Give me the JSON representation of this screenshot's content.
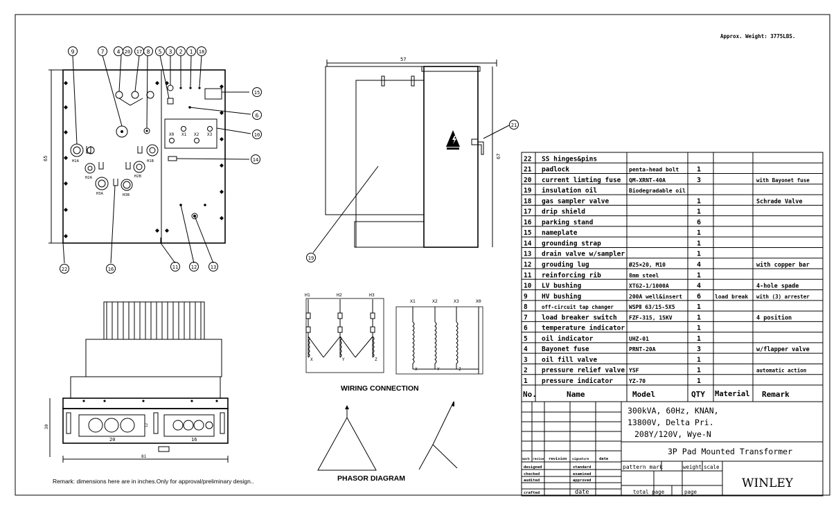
{
  "weight_note": "Approx. Weight: 3775LBS.",
  "remark_note": "Remark: dimensions here are in inches.Only for approval/preliminary design..",
  "front_view": {
    "callouts": [
      "9",
      "7",
      "4",
      "20",
      "17",
      "8",
      "5",
      "3",
      "2",
      "1",
      "18",
      "15",
      "6",
      "10",
      "14",
      "22",
      "16",
      "11",
      "12",
      "13"
    ],
    "bushing_labels": {
      "h1a": "H1A",
      "h1b": "H1B",
      "h2a": "H2A",
      "h2b": "H2B",
      "h3a": "H3A",
      "h3b": "H3B",
      "x0": "X0",
      "x1": "X1",
      "x2": "X2",
      "x3": "X3"
    },
    "dim_height": "65"
  },
  "side_view": {
    "dim_width": "57",
    "dim_height": "67",
    "callouts": [
      "21",
      "19"
    ]
  },
  "plan_view": {
    "dim_left": "20",
    "dim_right": "16",
    "dim_total": "81",
    "dim_side": "30",
    "dim_small": "12"
  },
  "wiring": {
    "title": "WIRING CONNECTION",
    "hv_terminals": [
      "H1",
      "H2",
      "H3"
    ],
    "lv_terminals": [
      "X1",
      "X2",
      "X3",
      "X0"
    ],
    "hv_coils": [
      "X",
      "Y",
      "Z"
    ],
    "lv_coils": [
      "X",
      "Y",
      "Z"
    ]
  },
  "phasor": {
    "title": "PHASOR DIAGRAM"
  },
  "parts_table": {
    "header": {
      "no": "No.",
      "name": "Name",
      "model": "Model",
      "qty": "QTY",
      "material": "Material",
      "remark": "Remark"
    },
    "rows": [
      {
        "no": "22",
        "name": "SS hinges&pins",
        "model": "",
        "qty": "",
        "material": "",
        "remark": ""
      },
      {
        "no": "21",
        "name": "padlock",
        "model": "penta-head bolt",
        "qty": "1",
        "material": "",
        "remark": ""
      },
      {
        "no": "20",
        "name": "current limting fuse",
        "model": "QM-XRNT-40A",
        "qty": "3",
        "material": "",
        "remark": "with Bayonet fuse"
      },
      {
        "no": "19",
        "name": "insulation oil",
        "model": "Biodegradable oil",
        "qty": "",
        "material": "",
        "remark": ""
      },
      {
        "no": "18",
        "name": "gas sampler valve",
        "model": "",
        "qty": "1",
        "material": "",
        "remark": "Schrade Valve"
      },
      {
        "no": "17",
        "name": "drip shield",
        "model": "",
        "qty": "1",
        "material": "",
        "remark": ""
      },
      {
        "no": "16",
        "name": "parking stand",
        "model": "",
        "qty": "6",
        "material": "",
        "remark": ""
      },
      {
        "no": "15",
        "name": "nameplate",
        "model": "",
        "qty": "1",
        "material": "",
        "remark": ""
      },
      {
        "no": "14",
        "name": "grounding strap",
        "model": "",
        "qty": "1",
        "material": "",
        "remark": ""
      },
      {
        "no": "13",
        "name": "drain valve w/sampler",
        "model": "",
        "qty": "1",
        "material": "",
        "remark": ""
      },
      {
        "no": "12",
        "name": "grouding lug",
        "model": "Ø25×20, M10",
        "qty": "4",
        "material": "",
        "remark": "with copper bar"
      },
      {
        "no": "11",
        "name": "reinforcing rib",
        "model": "8mm steel",
        "qty": "1",
        "material": "",
        "remark": ""
      },
      {
        "no": "10",
        "name": "LV bushing",
        "model": "XTG2-1/1000A",
        "qty": "4",
        "material": "",
        "remark": "4-hole spade"
      },
      {
        "no": "9",
        "name": "HV bushing",
        "model": "200A well&insert",
        "qty": "6",
        "material": "load break",
        "remark": "with (3) arrester"
      },
      {
        "no": "8",
        "name": "off-circuit tap changer",
        "model": "WSPⅡ 63/15-5X5",
        "qty": "1",
        "material": "",
        "remark": ""
      },
      {
        "no": "7",
        "name": "load breaker switch",
        "model": "FZF-315, 15KV",
        "qty": "1",
        "material": "",
        "remark": "4 position"
      },
      {
        "no": "6",
        "name": "temperature indicator",
        "model": "",
        "qty": "1",
        "material": "",
        "remark": ""
      },
      {
        "no": "5",
        "name": "oil indicator",
        "model": "UHZ-01",
        "qty": "1",
        "material": "",
        "remark": ""
      },
      {
        "no": "4",
        "name": "Bayonet fuse",
        "model": "PRNT-20A",
        "qty": "3",
        "material": "",
        "remark": "w/flapper valve"
      },
      {
        "no": "3",
        "name": "oil fill valve",
        "model": "",
        "qty": "1",
        "material": "",
        "remark": ""
      },
      {
        "no": "2",
        "name": "pressure relief valve",
        "model": "YSF",
        "qty": "1",
        "material": "",
        "remark": "automatic action"
      },
      {
        "no": "1",
        "name": "pressure indicator",
        "model": "YZ-70",
        "qty": "1",
        "material": "",
        "remark": ""
      }
    ]
  },
  "title_block": {
    "spec_lines": [
      "300kVA, 60Hz, KNAN,",
      "13800V, Delta Pri.",
      "208Y/120V, Wye-N"
    ],
    "product": "3P Pad Mounted Transformer",
    "company": "WINLEY",
    "rev_labels": [
      "mark",
      "revise",
      "revision",
      "signature",
      "date"
    ],
    "left_labels": [
      "designed",
      "checked",
      "audited",
      "crafted"
    ],
    "mid_labels": [
      "standard",
      "examined",
      "approved",
      "date"
    ],
    "pattern_mark": "pattern mark",
    "weight": "weight",
    "scale": "scale",
    "total_page": "total page",
    "page": "page"
  }
}
